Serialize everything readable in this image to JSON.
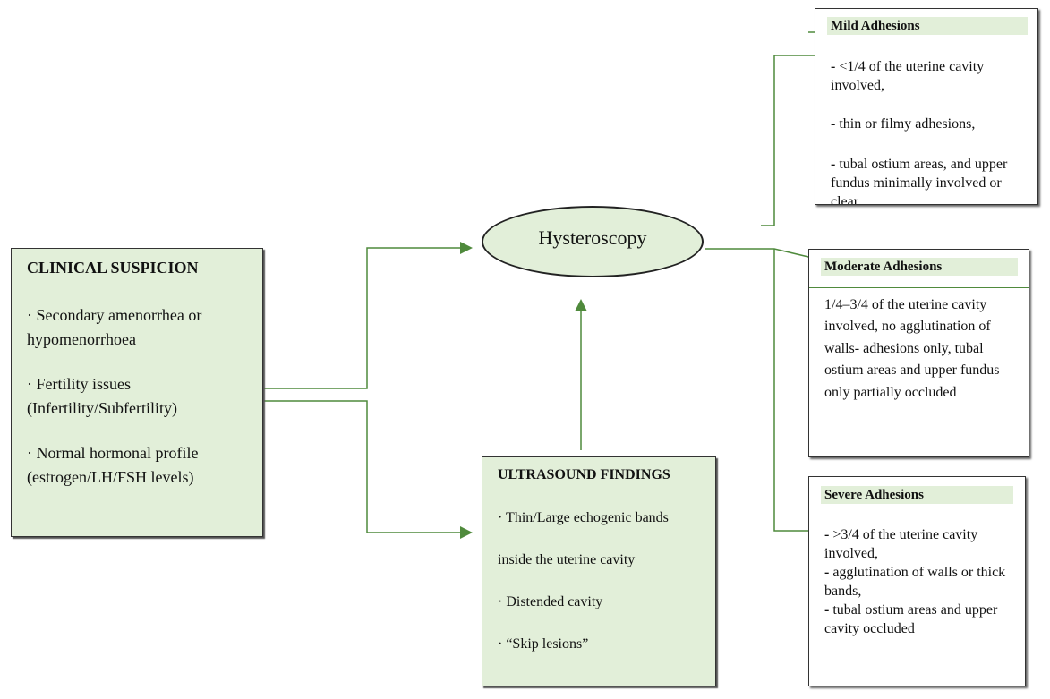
{
  "clinical": {
    "title": "CLINICAL SUSPICION",
    "items": [
      "·  Secondary amenorrhea or hypomenorrhoea",
      "·  Fertility issues (Infertility/Subfertility)",
      "·  Normal hormonal profile (estrogen/LH/FSH levels)"
    ]
  },
  "hysteroscopy": {
    "label": "Hysteroscopy"
  },
  "ultrasound": {
    "title": "ULTRASOUND FINDINGS",
    "items": [
      "·  Thin/Large echogenic bands",
      "inside the uterine cavity",
      "·  Distended cavity",
      "·  “Skip lesions”"
    ]
  },
  "mild": {
    "title": "Mild Adhesions",
    "lines": [
      "<1/4 of the uterine cavity involved,",
      "thin or filmy adhesions,",
      "tubal ostium areas, and upper fundus minimally involved or clear"
    ]
  },
  "moderate": {
    "title": "Moderate Adhesions",
    "text": "1/4–3/4 of the uterine cavity involved, no agglutination of walls- adhesions only, tubal ostium areas and upper fundus only partially occluded"
  },
  "severe": {
    "title": "Severe Adhesions",
    "lines": [
      ">3/4 of the uterine cavity involved,",
      "agglutination of walls or thick bands,",
      "tubal ostium areas and upper cavity occluded"
    ]
  },
  "bullet_dash": "-",
  "colors": {
    "box_fill": "#e2efd9",
    "connector": "#4f8a3c",
    "border": "#333333"
  }
}
